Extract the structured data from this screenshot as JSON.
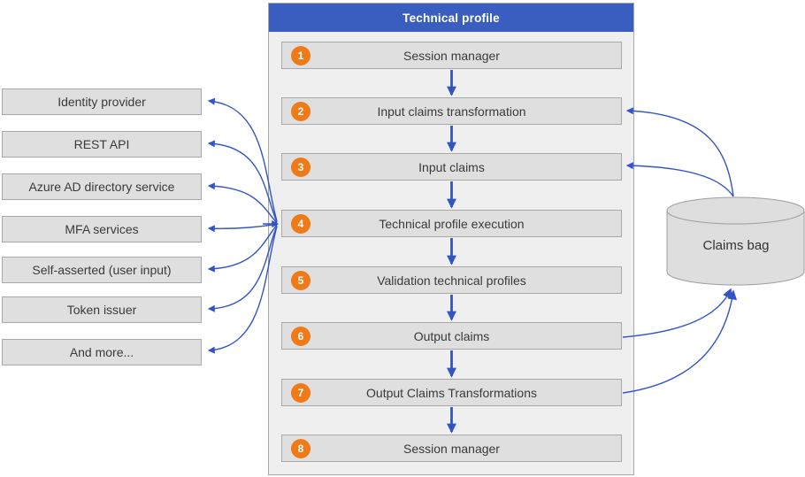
{
  "diagram": {
    "title": "Technical profile",
    "steps": [
      {
        "num": "1",
        "label": "Session manager"
      },
      {
        "num": "2",
        "label": "Input claims transformation"
      },
      {
        "num": "3",
        "label": "Input claims"
      },
      {
        "num": "4",
        "label": "Technical profile execution"
      },
      {
        "num": "5",
        "label": "Validation technical profiles"
      },
      {
        "num": "6",
        "label": "Output claims"
      },
      {
        "num": "7",
        "label": "Output Claims Transformations"
      },
      {
        "num": "8",
        "label": "Session manager"
      }
    ],
    "providers": [
      {
        "label": "Identity provider"
      },
      {
        "label": "REST API"
      },
      {
        "label": "Azure AD directory service"
      },
      {
        "label": "MFA services"
      },
      {
        "label": "Self-asserted (user input)"
      },
      {
        "label": "Token issuer"
      },
      {
        "label": "And more..."
      }
    ],
    "claims_bag_label": "Claims bag",
    "colors": {
      "header_blue": "#3a5ec0",
      "arrow_blue": "#3355c4",
      "badge_orange": "#ee7b17",
      "box_fill": "#dfdfdf",
      "box_border": "#a9a9a9",
      "panel_fill": "#efefef",
      "panel_border": "#a8a8a8",
      "cyl_fill": "#dedede",
      "cyl_border": "#9e9e9e",
      "text_dark": "#3a3a3a"
    }
  }
}
